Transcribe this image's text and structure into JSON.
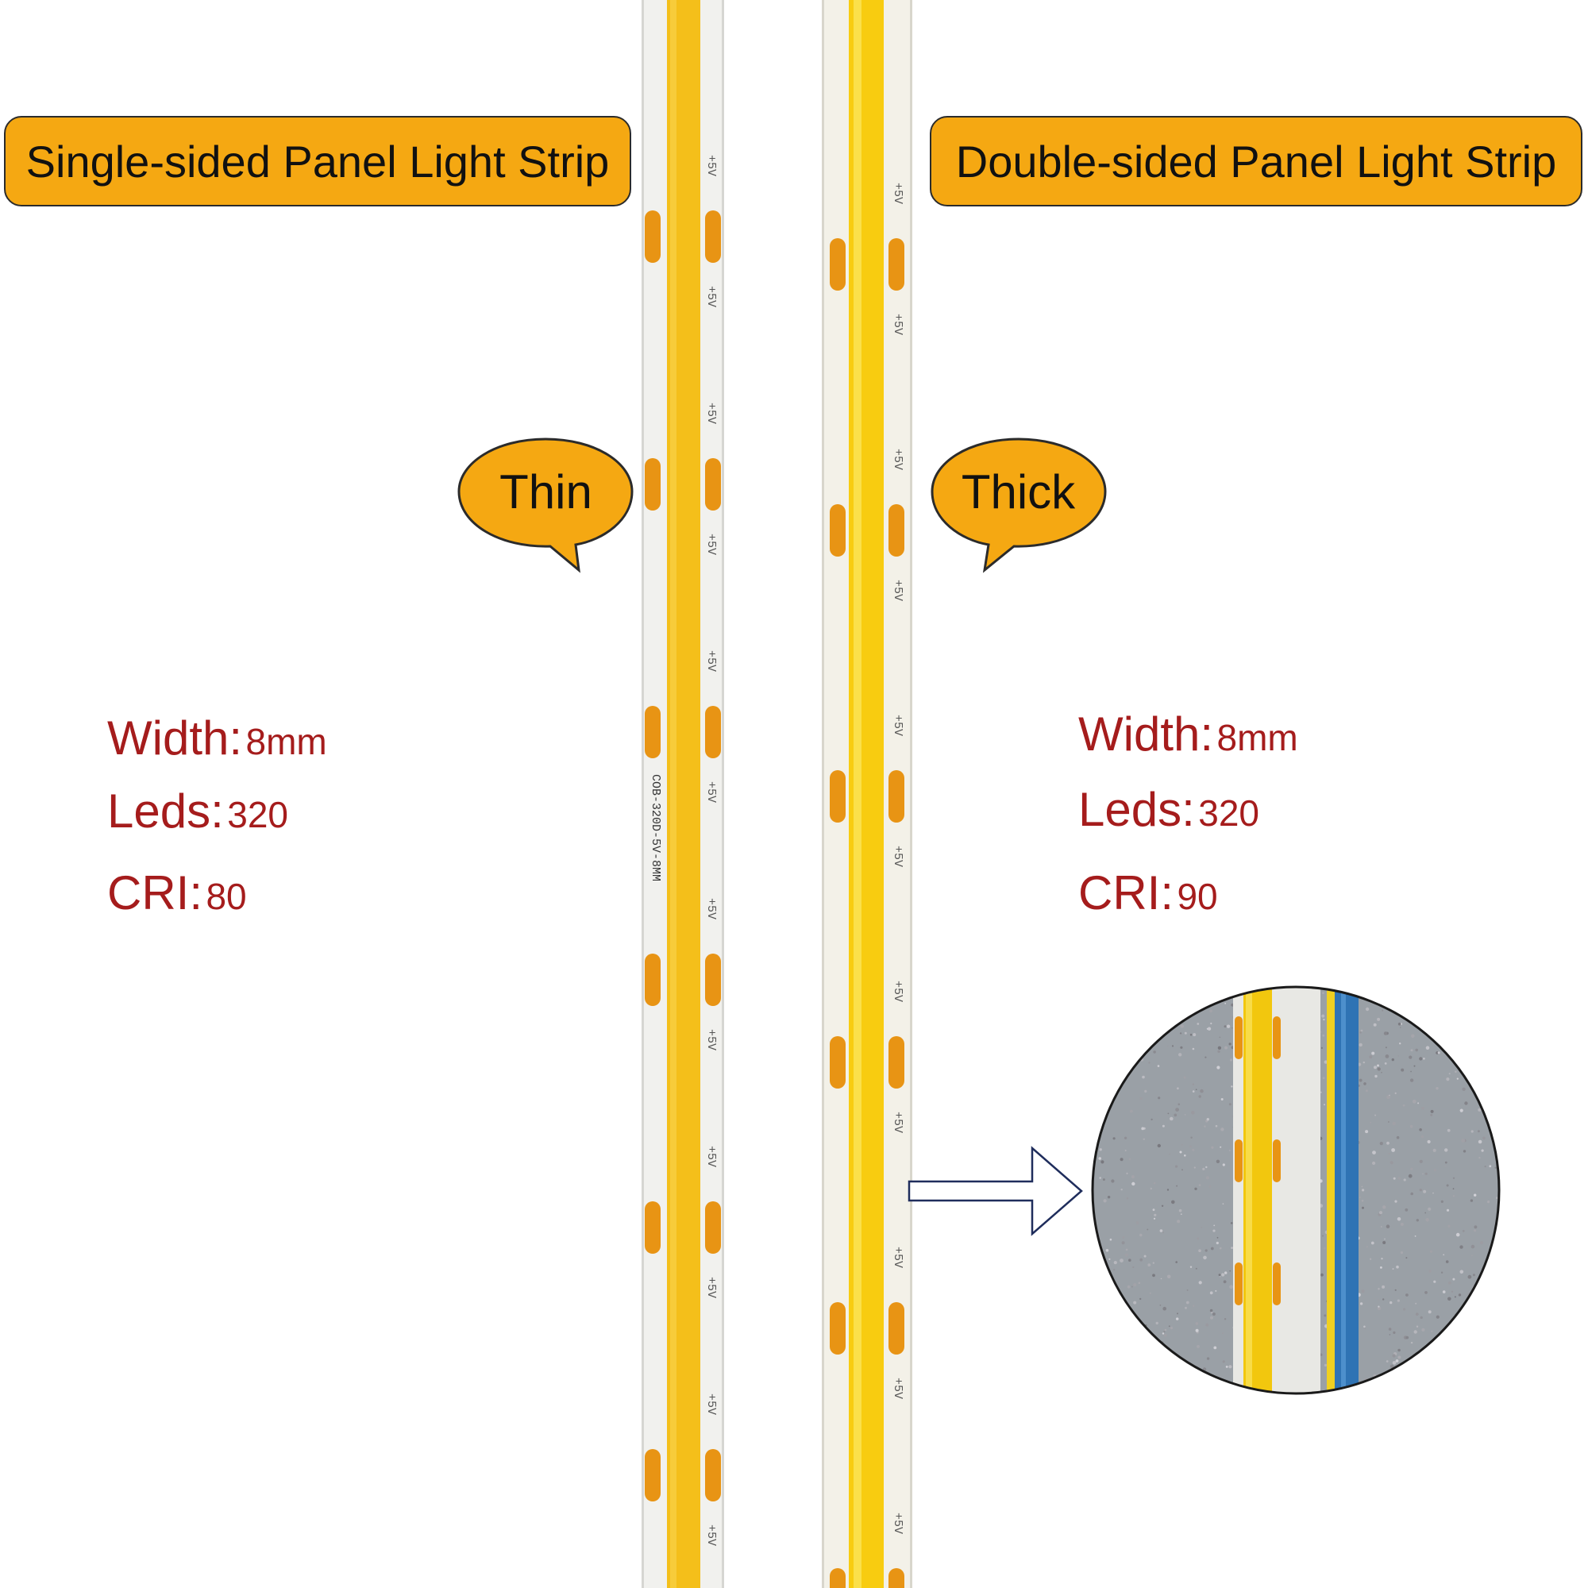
{
  "labels": {
    "single": "Single-sided Panel Light Strip",
    "double": "Double-sided Panel Light Strip"
  },
  "bubbles": {
    "thin": "Thin",
    "thick": "Thick"
  },
  "specs_single": {
    "width_label": "Width:",
    "width_value": "8mm",
    "leds_label": "Leds:",
    "leds_value": "320",
    "cri_label": "CRI:",
    "cri_value": "80"
  },
  "specs_double": {
    "width_label": "Width:",
    "width_value": "8mm",
    "leds_label": "Leds:",
    "leds_value": "320",
    "cri_label": "CRI:",
    "cri_value": "90"
  },
  "strip_marking": "+5V",
  "strip_print": "COB-320D-5V-8MM",
  "colors": {
    "label_fill": "#f5a812",
    "spec_text": "#a51c1c",
    "led_yellow": "#f7c31c",
    "pad_orange": "#e89414",
    "arrow_outline": "#1f2d5c"
  }
}
